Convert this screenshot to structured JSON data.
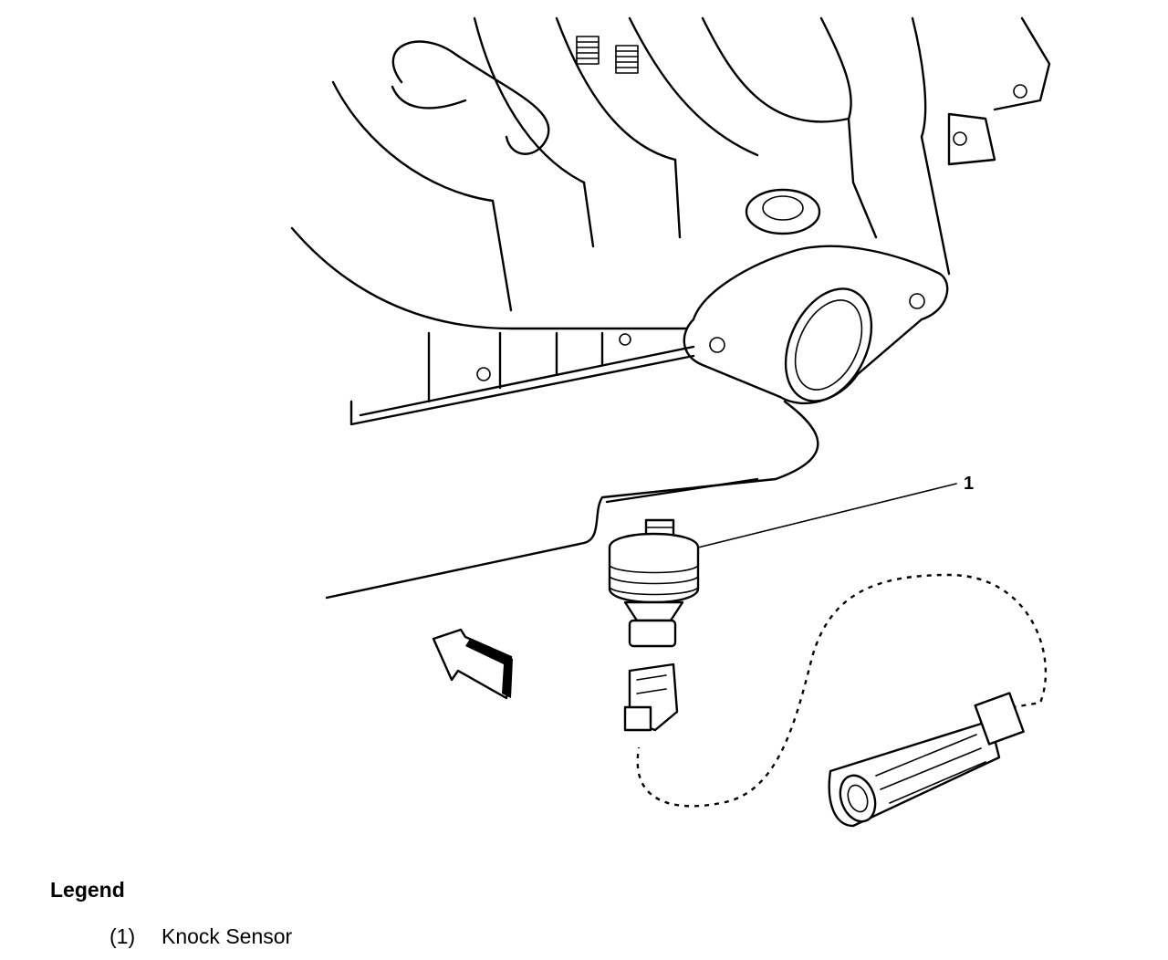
{
  "callouts": [
    {
      "number": "1"
    }
  ],
  "legend": {
    "title": "Legend",
    "items": [
      {
        "number": "(1)",
        "label": "Knock Sensor"
      }
    ]
  },
  "icons": [
    "direction-arrow-icon"
  ]
}
